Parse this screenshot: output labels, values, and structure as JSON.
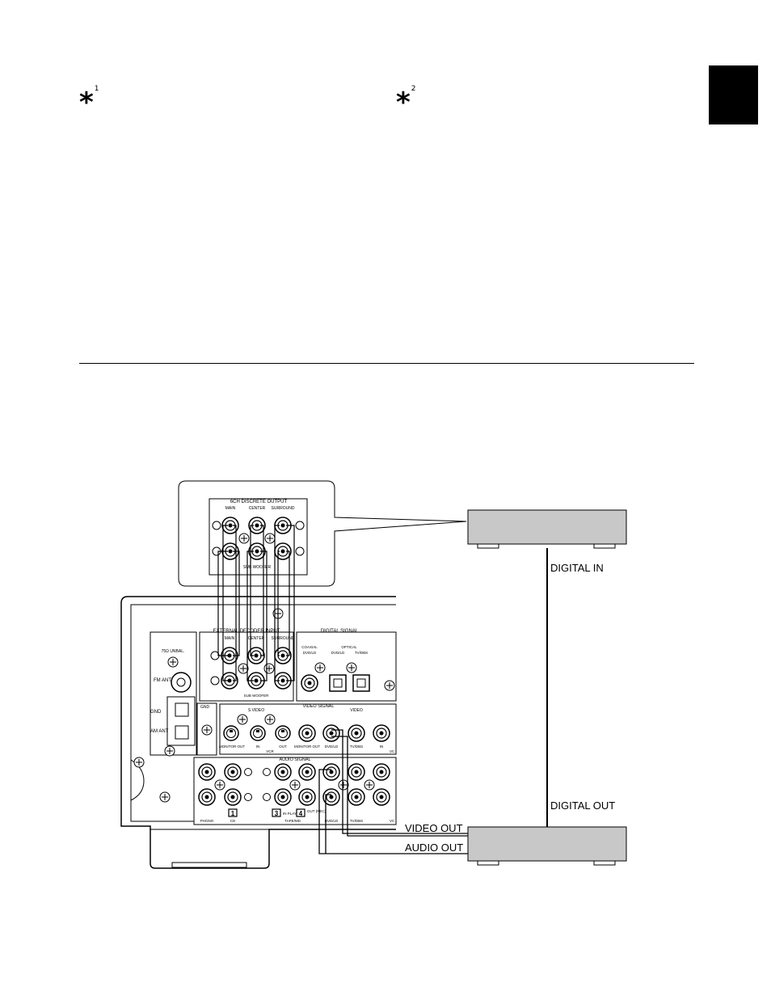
{
  "notes": [
    {
      "symbol": "*",
      "ref": "1"
    },
    {
      "symbol": "*",
      "ref": "2"
    }
  ],
  "colors": {
    "device_fill": "#c8c8c8",
    "tab": "#000000",
    "line": "#000000"
  },
  "diagram": {
    "callout": {
      "title": "6CH DISCRETE OUTPUT",
      "cols": [
        "MAIN",
        "CENTER",
        "SURROUND"
      ],
      "sub": "SUB WOOFER"
    },
    "receiver": {
      "ant_label": "75Ω UNBAL.",
      "fm_ant": "FM ANT",
      "gnd": "GND",
      "am_ant": "AM ANT",
      "gnd2": "GND",
      "ext_decoder": "EXTERNAL DECODER INPUT",
      "ext_cols": [
        "MAIN",
        "CENTER",
        "SURROUND"
      ],
      "ext_sub": "SUB WOOFER",
      "digital_signal": "DIGITAL SIGNAL",
      "coaxial": "COAXIAL",
      "coax_dvd": "DVD/LD",
      "optical": "OPTICAL",
      "opt_dvd": "DVD/LD",
      "opt_tv": "TV/DBS",
      "video_signal": "VIDEO SIGNAL",
      "s_video": "S VIDEO",
      "video": "VIDEO",
      "monitor_out": "MONITOR OUT",
      "vcr_in": "IN",
      "vcr_out": "OUT",
      "vcr": "VCR",
      "monitor_out2": "MONITOR OUT",
      "dvd_ld": "DVD/LD",
      "tv_dbs": "TV/DBS",
      "in": "IN",
      "vc": "VC",
      "audio_signal": "AUDIO SIGNAL",
      "phono": "PHONO",
      "cd": "CD",
      "num1": "1",
      "num3": "3",
      "num4": "4",
      "in_play": "IN PLAY",
      "out_rec": "OUT (REC)",
      "tape_md": "TAPE/MD",
      "dvd_ld_a": "DVD/LD",
      "tv_dbs_a": "TV/DBS",
      "vc_a": "VC"
    },
    "connections": {
      "digital_in": "DIGITAL IN",
      "digital_out": "DIGITAL OUT",
      "video_out": "VIDEO OUT",
      "audio_out": "AUDIO OUT"
    }
  }
}
